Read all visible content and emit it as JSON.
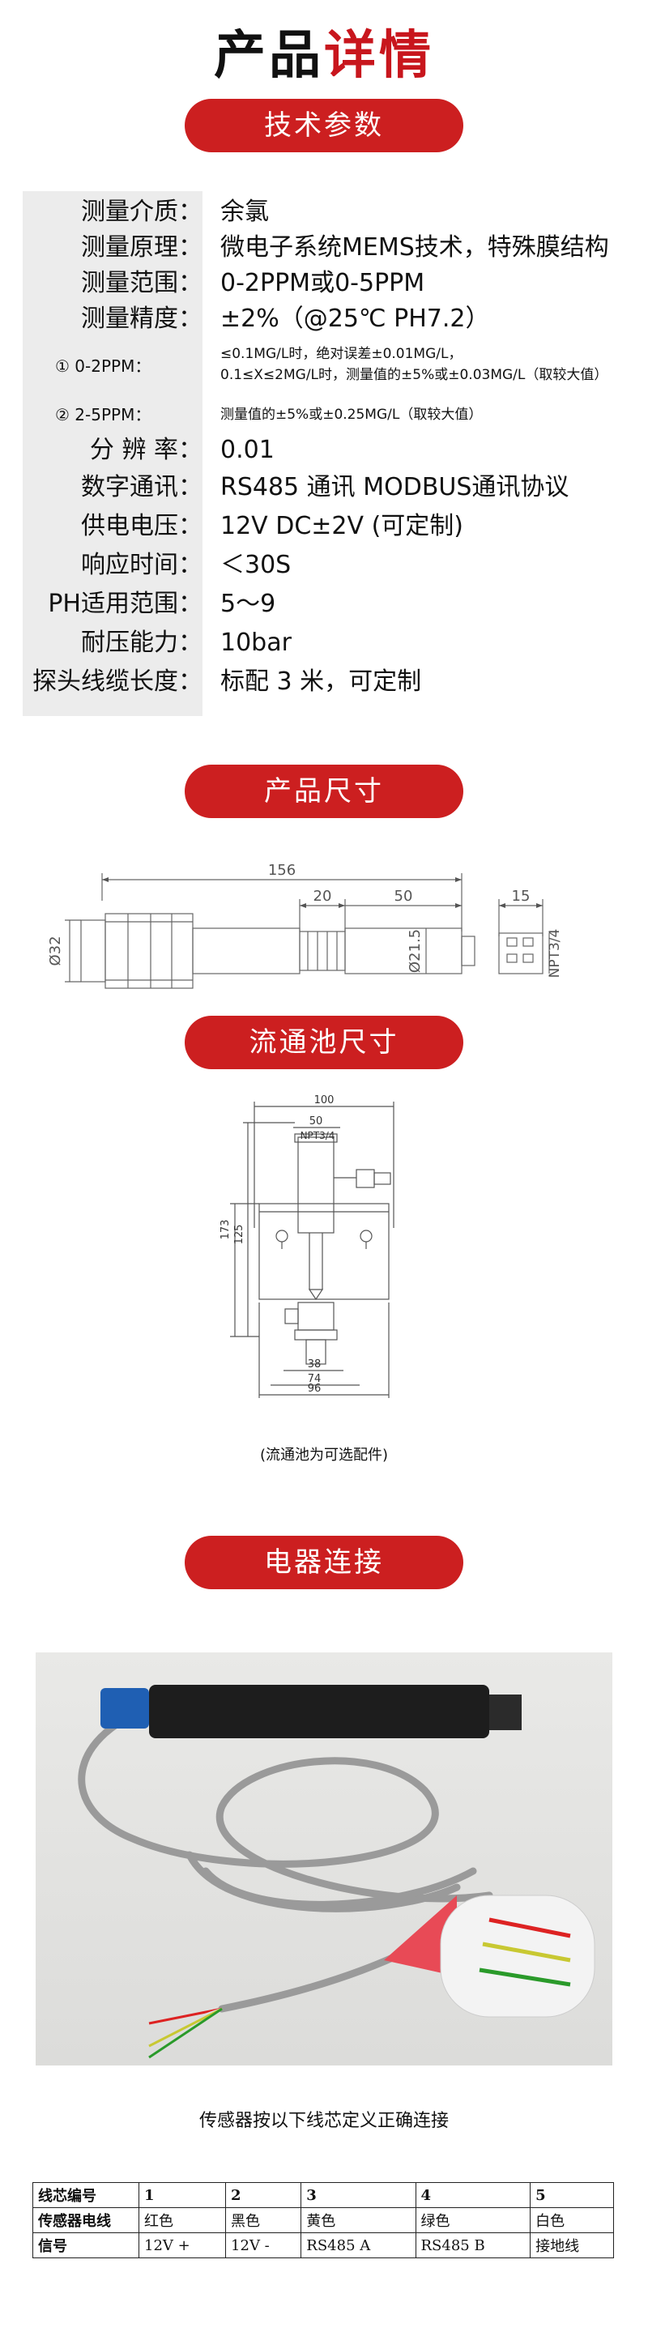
{
  "title": {
    "part1": "产品",
    "part2": "详情"
  },
  "sections": {
    "tech": "技术参数",
    "size": "产品尺寸",
    "flow": "流通池尺寸",
    "elec": "电器连接"
  },
  "specs": [
    {
      "label": "测量介质：",
      "value": "余氯"
    },
    {
      "label": "测量原理：",
      "value": "微电子系统MEMS技术，特殊膜结构"
    },
    {
      "label": "测量范围：",
      "value": "0-2PPM或0-5PPM"
    },
    {
      "label": "测量精度：",
      "value": "±2%（@25℃ PH7.2）"
    },
    {
      "label": "① 0-2PPM：",
      "value": "≤0.1MG/L时，绝对误差±0.01MG/L，",
      "value2": "0.1≤X≤2MG/L时，测量值的±5%或±0.03MG/L（取较大值）"
    },
    {
      "label": "② 2-5PPM：",
      "value": "测量值的±5%或±0.25MG/L（取较大值）"
    },
    {
      "label": "分 辨 率：",
      "value": "0.01"
    },
    {
      "label": "数字通讯：",
      "value": "RS485 通讯  MODBUS通讯协议"
    },
    {
      "label": "供电电压：",
      "value": "12V DC±2V (可定制)"
    },
    {
      "label": "响应时间：",
      "value": "＜30S"
    },
    {
      "label": "PH适用范围：",
      "value": "5～9"
    },
    {
      "label": "耐压能力：",
      "value": "10bar"
    },
    {
      "label": "探头线缆长度：",
      "value": "标配 3 米，可定制"
    }
  ],
  "product_dims": {
    "d156": "156",
    "d20": "20",
    "d50": "50",
    "d15": "15",
    "d32": "Ø32",
    "d21_5": "Ø21.5",
    "npt": "NPT3/4"
  },
  "flow_dims": {
    "d100": "100",
    "d50": "50",
    "npt": "NPT3/4",
    "d125": "125",
    "d173": "173",
    "d38": "38",
    "d74": "74",
    "d96": "96",
    "caption": "(流通池为可选配件)"
  },
  "photo_caption": "传感器按以下线芯定义正确连接",
  "wire_table": {
    "rows": [
      [
        "线芯编号",
        "1",
        "2",
        "3",
        "4",
        "5"
      ],
      [
        "传感器电线",
        "红色",
        "黑色",
        "黄色",
        "绿色",
        "白色"
      ],
      [
        "信号",
        "12V +",
        "12V -",
        "RS485 A",
        "RS485 B",
        "接地线"
      ]
    ]
  },
  "colors": {
    "accent": "#cc1f20",
    "label_bg": "#ececec"
  }
}
